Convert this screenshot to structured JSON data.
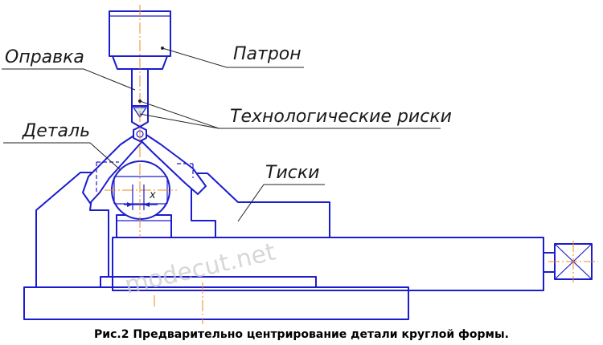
{
  "labels": {
    "opravka": "Оправка",
    "patron": "Патрон",
    "riski": "Технологические риски",
    "detal": "Деталь",
    "tiski": "Тиски",
    "x_dim": "x"
  },
  "caption": "Рис.2 Предварительно центрирование  детали круглой формы.",
  "watermark": "modecut.net",
  "colors": {
    "drawing_line": "#1c1ccf",
    "axis_line": "#f28a1c",
    "leader_line": "#222222",
    "watermark": "#c9c9c9"
  }
}
